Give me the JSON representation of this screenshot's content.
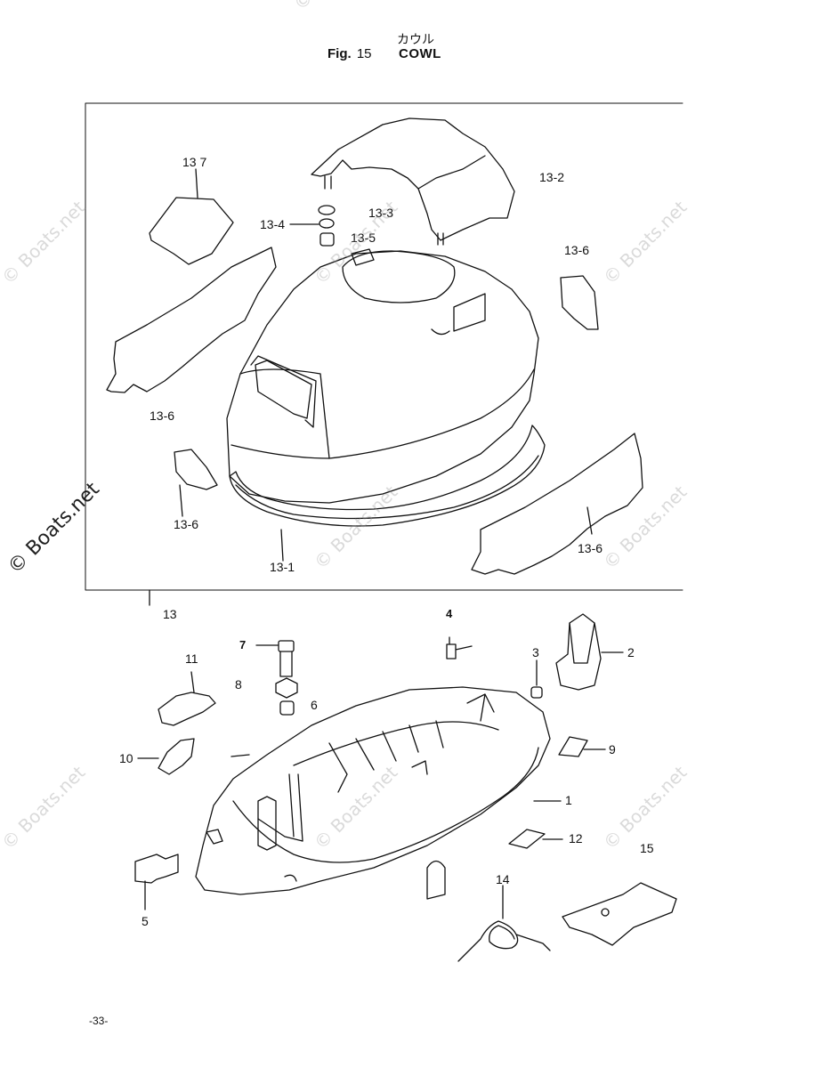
{
  "header": {
    "title_japanese": "カウル",
    "fig_label": "Fig.",
    "fig_number": "15",
    "title_english": "COWL"
  },
  "callouts": {
    "c13_7": "13 7",
    "c13_2": "13-2",
    "c13_4": "13-4",
    "c13_3": "13-3",
    "c13_5": "13-5",
    "c13_6_a": "13-6",
    "c13_6_b": "13-6",
    "c13_6_c": "13-6",
    "c13_6_d": "13-6",
    "c13_1": "13-1",
    "c13": "13",
    "c1": "1",
    "c2": "2",
    "c3": "3",
    "c4": "4",
    "c5": "5",
    "c6": "6",
    "c7": "7",
    "c8": "8",
    "c9": "9",
    "c10": "10",
    "c11": "11",
    "c12": "12",
    "c14": "14",
    "c15": "15"
  },
  "footer": {
    "page_number": "-33-"
  },
  "watermark": {
    "text": "© Boats.net"
  }
}
